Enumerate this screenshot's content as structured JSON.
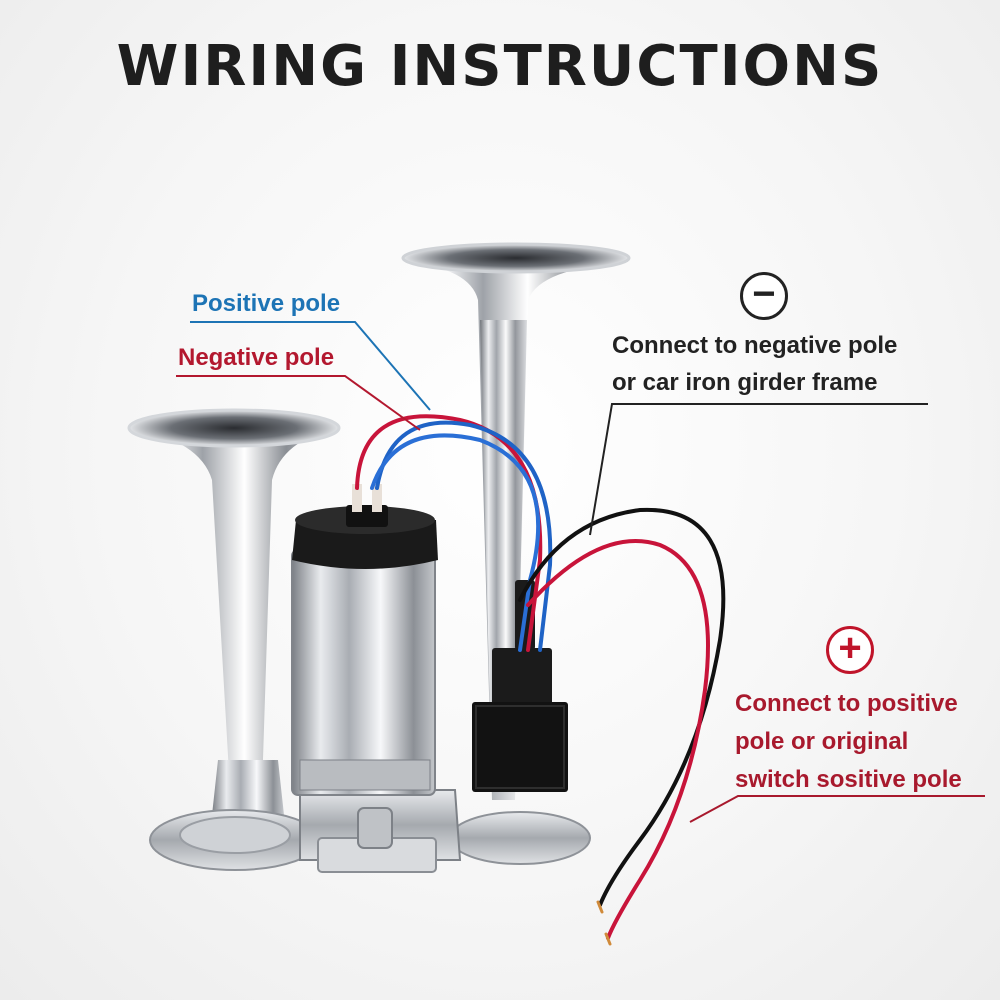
{
  "title": "WIRING INSTRUCTIONS",
  "labels": {
    "positive_pole": "Positive pole",
    "negative_pole": "Negative pole",
    "negative_connection": [
      "Connect to negative pole",
      "or car iron girder frame"
    ],
    "positive_connection": [
      "Connect to positive",
      "pole or original",
      "switch sositive pole"
    ]
  },
  "symbols": {
    "minus": "−",
    "plus": "+"
  },
  "colors": {
    "positive_wire": "#1d74b5",
    "negative_wire": "#b3182f",
    "black_wire": "#111111",
    "red_wire": "#c8143a",
    "chrome": "#c9ccd0"
  },
  "icons": [
    "minus-circle-icon",
    "plus-circle-icon"
  ]
}
